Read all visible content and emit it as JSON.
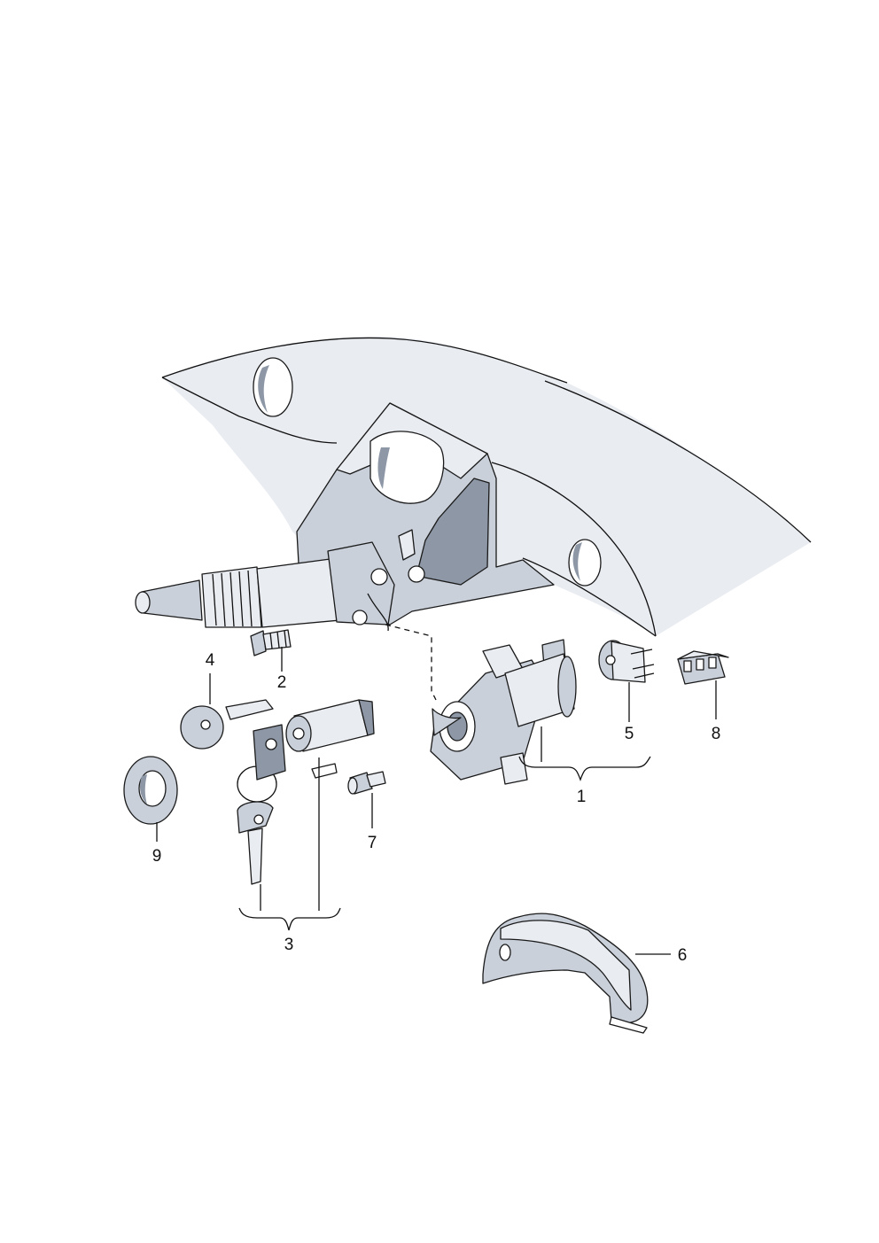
{
  "callouts": [
    {
      "id": "1",
      "label": "1"
    },
    {
      "id": "2",
      "label": "2"
    },
    {
      "id": "3",
      "label": "3"
    },
    {
      "id": "4",
      "label": "4"
    },
    {
      "id": "5",
      "label": "5"
    },
    {
      "id": "6",
      "label": "6"
    },
    {
      "id": "7",
      "label": "7"
    },
    {
      "id": "8",
      "label": "8"
    },
    {
      "id": "9",
      "label": "9"
    }
  ],
  "colors": {
    "outline": "#1a1a1a",
    "shade_light": "#e9ecf1",
    "shade_mid": "#c9d0da",
    "shade_dark": "#8d97a5"
  }
}
